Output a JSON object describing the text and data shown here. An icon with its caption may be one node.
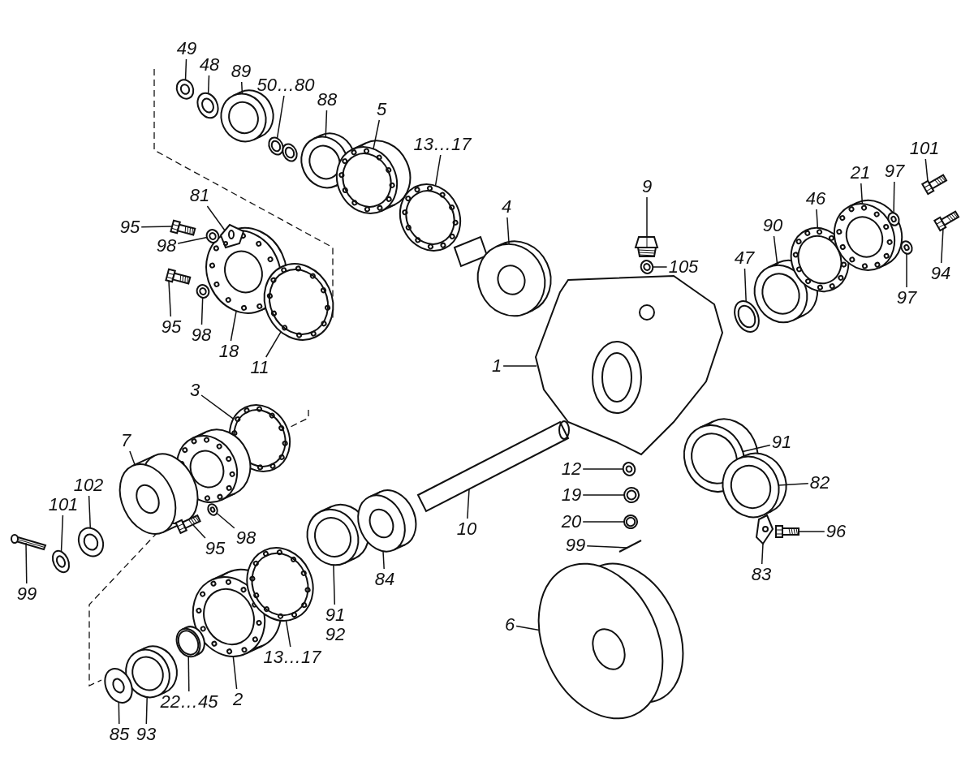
{
  "diagram": {
    "nodes": [
      {
        "text": [
          "49"
        ]
      },
      {
        "text": [
          "48"
        ]
      },
      {
        "text": [
          "89"
        ]
      },
      {
        "text": [
          "50…80"
        ]
      },
      {
        "text": [
          "88"
        ]
      },
      {
        "text": [
          "5"
        ]
      },
      {
        "text": [
          "13…17"
        ]
      },
      {
        "text": [
          "4"
        ]
      },
      {
        "text": [
          "9"
        ]
      },
      {
        "text": [
          "105"
        ]
      },
      {
        "text": [
          "47"
        ]
      },
      {
        "text": [
          "90"
        ]
      },
      {
        "text": [
          "46"
        ]
      },
      {
        "text": [
          "21"
        ]
      },
      {
        "text": [
          "97"
        ]
      },
      {
        "text": [
          "101"
        ]
      },
      {
        "text": [
          "94"
        ]
      },
      {
        "text": [
          "97"
        ]
      },
      {
        "text": [
          "81"
        ]
      },
      {
        "text": [
          "95"
        ]
      },
      {
        "text": [
          "98"
        ]
      },
      {
        "text": [
          "95"
        ]
      },
      {
        "text": [
          "98"
        ]
      },
      {
        "text": [
          "18"
        ]
      },
      {
        "text": [
          "11"
        ]
      },
      {
        "text": [
          "3"
        ]
      },
      {
        "text": [
          "1"
        ]
      },
      {
        "text": [
          "91"
        ]
      },
      {
        "text": [
          "7"
        ]
      },
      {
        "text": [
          "102"
        ]
      },
      {
        "text": [
          "101"
        ]
      },
      {
        "text": [
          "99"
        ]
      },
      {
        "text": [
          "95"
        ]
      },
      {
        "text": [
          "98"
        ]
      },
      {
        "text": [
          "10"
        ]
      },
      {
        "text": [
          "12"
        ]
      },
      {
        "text": [
          "19"
        ]
      },
      {
        "text": [
          "20"
        ]
      },
      {
        "text": [
          "99"
        ]
      },
      {
        "text": [
          "82"
        ]
      },
      {
        "text": [
          "96"
        ]
      },
      {
        "text": [
          "83"
        ]
      },
      {
        "text": [
          "84"
        ]
      },
      {
        "text": [
          "91",
          "92"
        ]
      },
      {
        "text": [
          "6"
        ]
      },
      {
        "text": [
          "13…17"
        ]
      },
      {
        "text": [
          "2"
        ]
      },
      {
        "text": [
          "22…45"
        ]
      },
      {
        "text": [
          "85"
        ]
      },
      {
        "text": [
          "93"
        ]
      },
      {
        "text": [],
        "shape": "picture"
      },
      {
        "text": [],
        "shape": "picture"
      },
      {
        "text": [],
        "shape": "picture"
      },
      {
        "text": [],
        "shape": "picture"
      },
      {
        "text": [],
        "shape": "picture"
      },
      {
        "text": [],
        "shape": "picture"
      },
      {
        "text": [],
        "shape": "picture"
      },
      {
        "text": [],
        "shape": "picture"
      },
      {
        "text": [],
        "shape": "picture"
      },
      {
        "text": [],
        "shape": "picture"
      },
      {
        "text": [],
        "shape": "picture"
      },
      {
        "text": [],
        "shape": "picture"
      },
      {
        "text": [],
        "shape": "picture"
      },
      {
        "text": [],
        "shape": "picture"
      },
      {
        "text": [],
        "shape": "picture"
      },
      {
        "text": [],
        "shape": "picture"
      },
      {
        "text": [],
        "shape": "picture"
      },
      {
        "text": [],
        "shape": "picture"
      },
      {
        "text": [],
        "shape": "picture"
      },
      {
        "text": [],
        "shape": "picture"
      },
      {
        "text": [],
        "shape": "picture"
      },
      {
        "text": [],
        "shape": "picture"
      },
      {
        "text": [],
        "shape": "picture"
      },
      {
        "text": [],
        "shape": "picture"
      },
      {
        "text": [],
        "shape": "picture"
      },
      {
        "text": [],
        "shape": "picture"
      },
      {
        "text": [],
        "shape": "picture"
      },
      {
        "text": [],
        "shape": "picture"
      },
      {
        "text": [],
        "shape": "picture"
      },
      {
        "text": [],
        "shape": "picture"
      },
      {
        "text": [],
        "shape": "picture"
      },
      {
        "text": [],
        "shape": "picture"
      },
      {
        "text": [],
        "shape": "picture"
      },
      {
        "text": [],
        "shape": "picture"
      },
      {
        "text": [],
        "shape": "picture"
      },
      {
        "text": [],
        "shape": "picture"
      },
      {
        "text": [],
        "shape": "picture"
      },
      {
        "text": [],
        "shape": "picture"
      },
      {
        "text": [],
        "shape": "picture"
      },
      {
        "text": [],
        "shape": "picture"
      },
      {
        "text": [],
        "shape": "picture"
      },
      {
        "text": [],
        "shape": "picture"
      },
      {
        "text": [],
        "shape": "picture"
      },
      {
        "text": [],
        "shape": "picture"
      },
      {
        "text": [],
        "shape": "picture"
      },
      {
        "text": [],
        "shape": "picture"
      },
      {
        "text": [],
        "shape": "picture"
      },
      {
        "text": [],
        "shape": "picture"
      },
      {
        "text": [],
        "shape": "picture"
      },
      {
        "text": [],
        "shape": "picture"
      }
    ],
    "edges": [
      {
        "from": 0,
        "to": 50,
        "arrow": "none"
      },
      {
        "from": 1,
        "to": 51,
        "arrow": "none"
      },
      {
        "from": 2,
        "to": 52,
        "arrow": "none"
      },
      {
        "from": 3,
        "to": 53,
        "arrow": "none"
      },
      {
        "from": 4,
        "to": 54,
        "arrow": "none"
      },
      {
        "from": 5,
        "to": 55,
        "arrow": "none"
      },
      {
        "from": 6,
        "to": 56,
        "arrow": "none"
      },
      {
        "from": 7,
        "to": 57,
        "arrow": "none"
      },
      {
        "from": 8,
        "to": 58,
        "arrow": "none"
      },
      {
        "from": 9,
        "to": 59,
        "arrow": "none"
      },
      {
        "from": 10,
        "to": 60,
        "arrow": "none"
      },
      {
        "from": 11,
        "to": 61,
        "arrow": "none"
      },
      {
        "from": 12,
        "to": 62,
        "arrow": "none"
      },
      {
        "from": 13,
        "to": 63,
        "arrow": "none"
      },
      {
        "from": 14,
        "to": 64,
        "arrow": "none"
      },
      {
        "from": 15,
        "to": 65,
        "arrow": "none"
      },
      {
        "from": 16,
        "to": 66,
        "arrow": "none"
      },
      {
        "from": 17,
        "to": 67,
        "arrow": "none"
      },
      {
        "from": 18,
        "to": 68,
        "arrow": "none"
      },
      {
        "from": 19,
        "to": 69,
        "arrow": "none"
      },
      {
        "from": 20,
        "to": 70,
        "arrow": "none"
      },
      {
        "from": 21,
        "to": 71,
        "arrow": "none"
      },
      {
        "from": 22,
        "to": 72,
        "arrow": "none"
      },
      {
        "from": 23,
        "to": 73,
        "arrow": "none"
      },
      {
        "from": 24,
        "to": 74,
        "arrow": "none"
      },
      {
        "from": 25,
        "to": 75,
        "arrow": "none"
      },
      {
        "from": 26,
        "to": 76,
        "arrow": "none"
      },
      {
        "from": 27,
        "to": 77,
        "arrow": "none"
      },
      {
        "from": 28,
        "to": 78,
        "arrow": "none"
      },
      {
        "from": 29,
        "to": 79,
        "arrow": "none"
      },
      {
        "from": 30,
        "to": 80,
        "arrow": "none"
      },
      {
        "from": 31,
        "to": 81,
        "arrow": "none"
      },
      {
        "from": 32,
        "to": 82,
        "arrow": "none"
      },
      {
        "from": 33,
        "to": 83,
        "arrow": "none"
      },
      {
        "from": 34,
        "to": 84,
        "arrow": "none"
      },
      {
        "from": 35,
        "to": 85,
        "arrow": "none"
      },
      {
        "from": 36,
        "to": 86,
        "arrow": "none"
      },
      {
        "from": 37,
        "to": 87,
        "arrow": "none"
      },
      {
        "from": 38,
        "to": 88,
        "arrow": "none"
      },
      {
        "from": 39,
        "to": 89,
        "arrow": "none"
      },
      {
        "from": 40,
        "to": 90,
        "arrow": "none"
      },
      {
        "from": 41,
        "to": 91,
        "arrow": "none"
      },
      {
        "from": 42,
        "to": 92,
        "arrow": "none"
      },
      {
        "from": 43,
        "to": 93,
        "arrow": "none"
      },
      {
        "from": 44,
        "to": 94,
        "arrow": "none"
      },
      {
        "from": 45,
        "to": 95,
        "arrow": "none"
      },
      {
        "from": 46,
        "to": 96,
        "arrow": "none"
      },
      {
        "from": 47,
        "to": 97,
        "arrow": "none"
      },
      {
        "from": 48,
        "to": 98,
        "arrow": "none"
      },
      {
        "from": 49,
        "to": 99,
        "arrow": "none"
      }
    ]
  }
}
